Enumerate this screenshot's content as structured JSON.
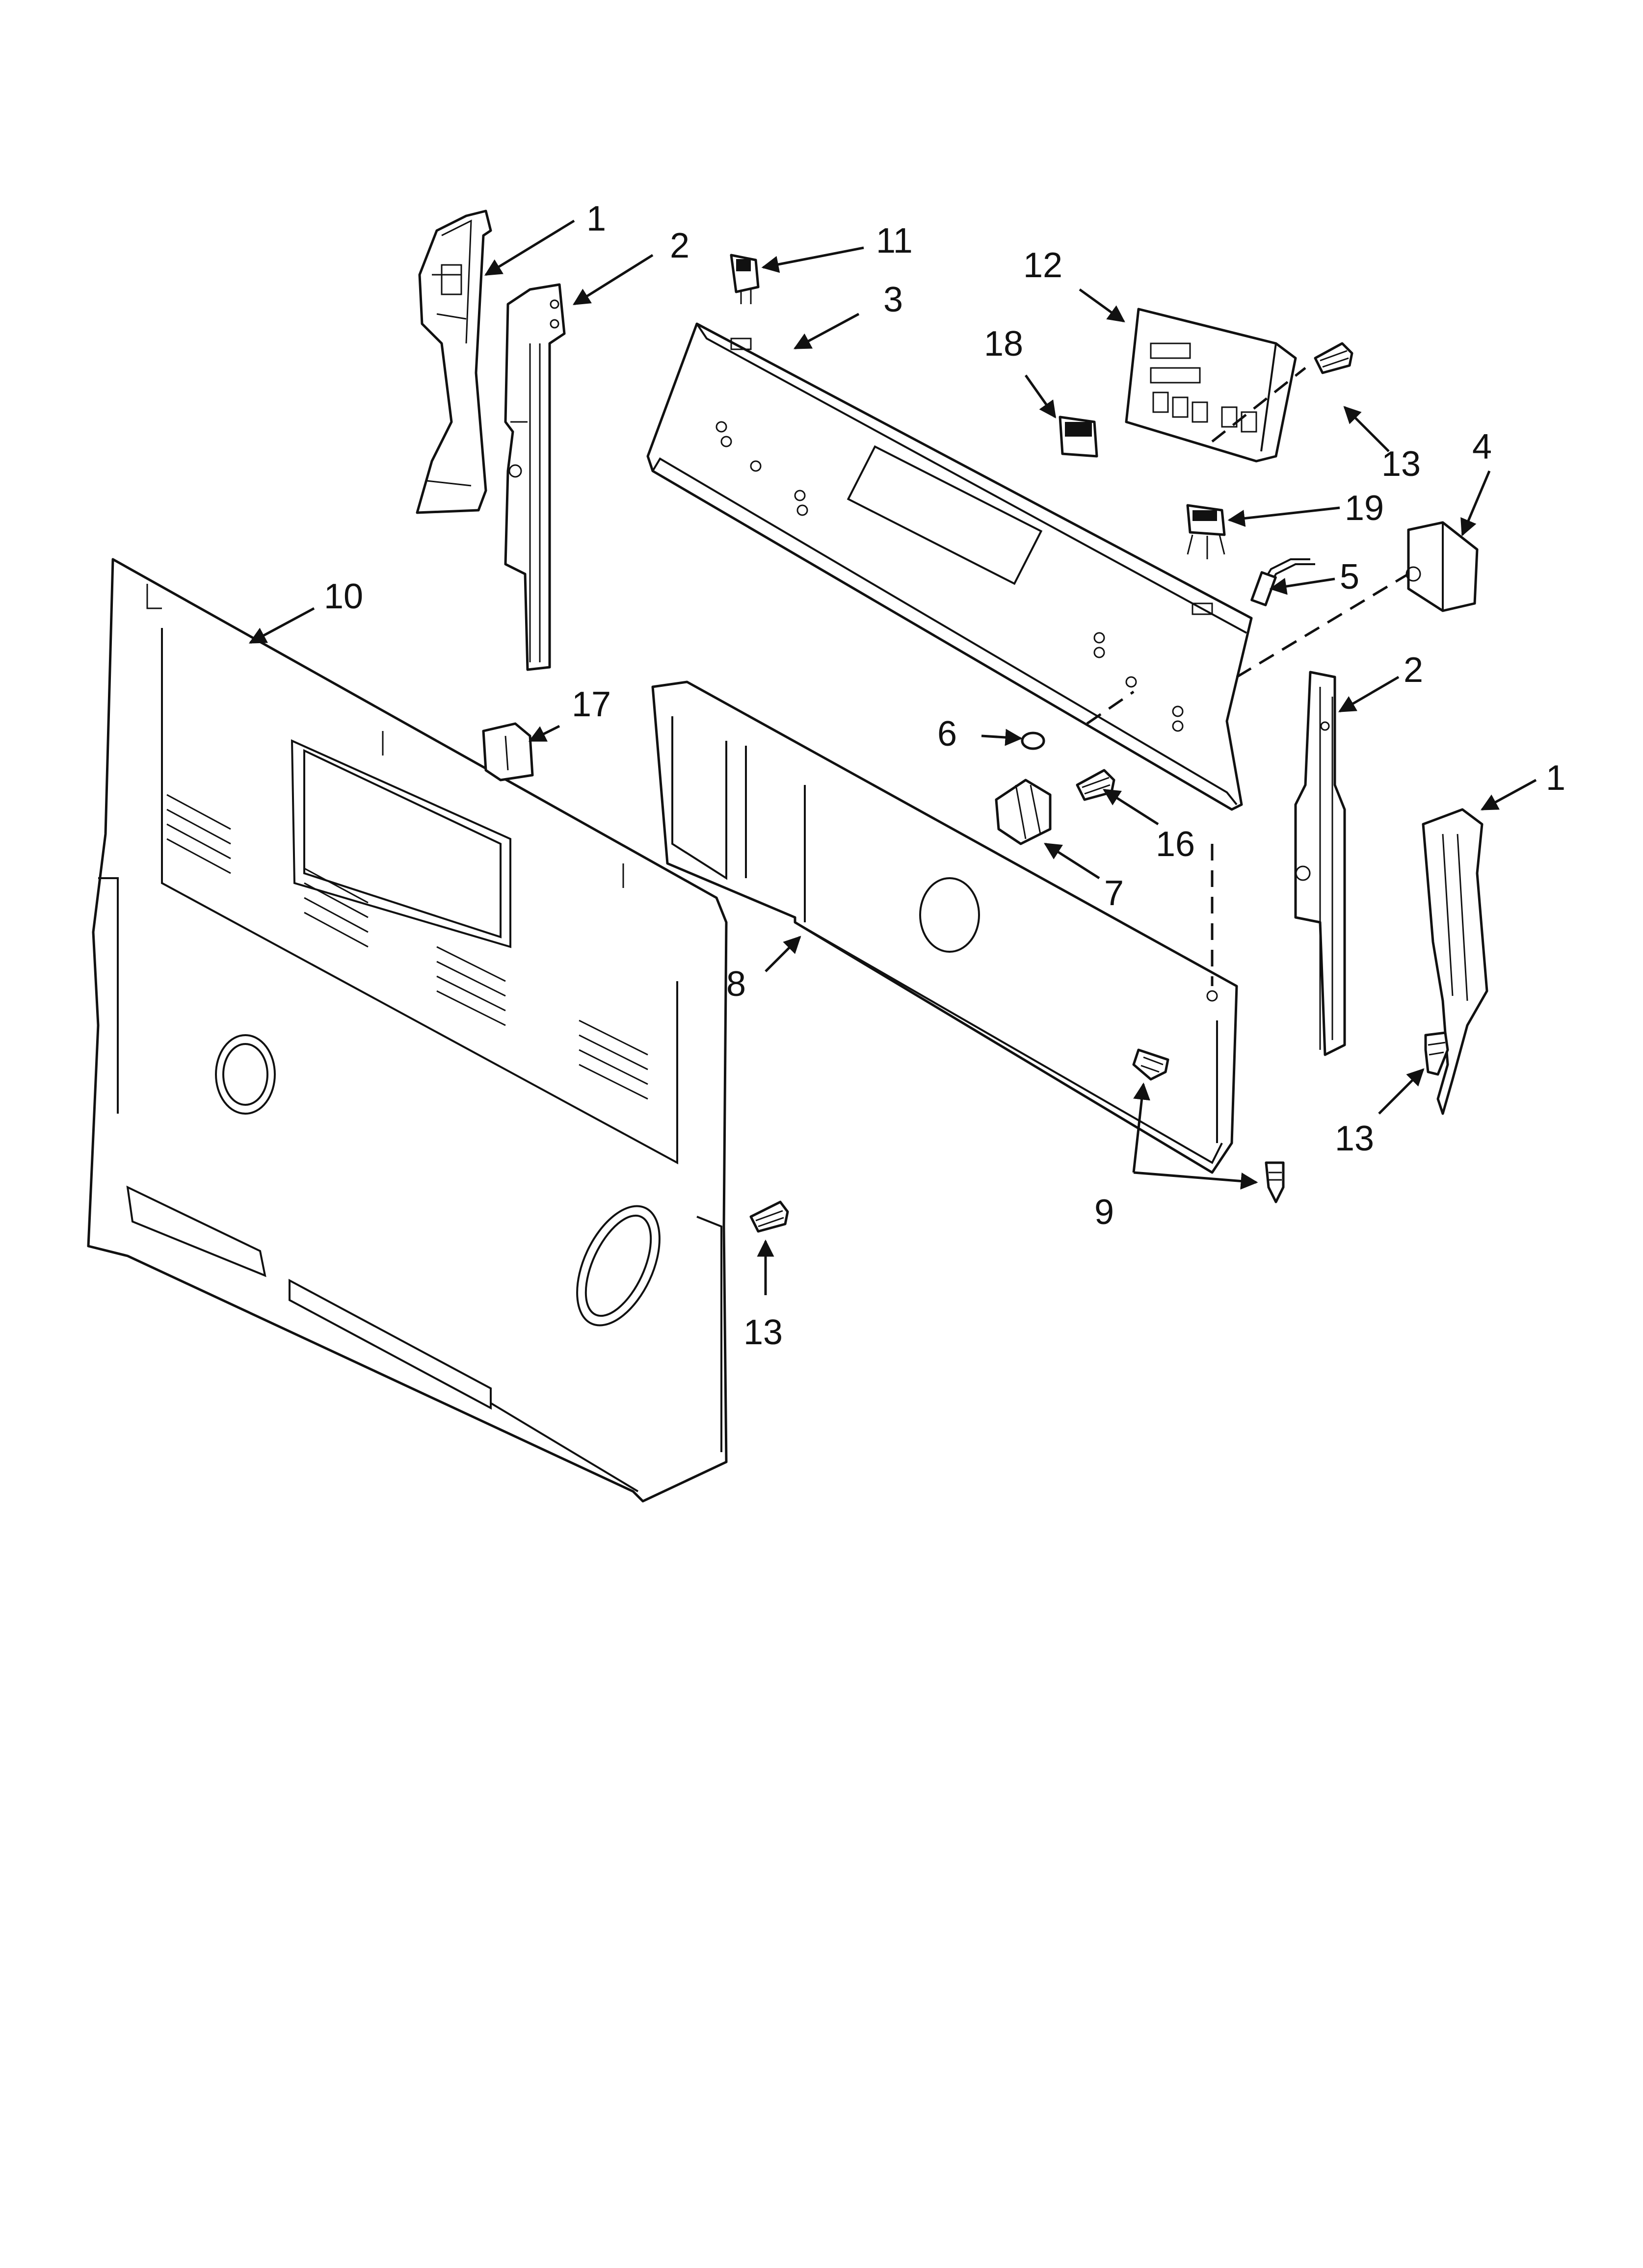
{
  "diagram": {
    "callouts": [
      "1",
      "2",
      "11",
      "3",
      "12",
      "18",
      "13",
      "4",
      "19",
      "5",
      "10",
      "17",
      "6",
      "16",
      "7",
      "8",
      "9"
    ]
  }
}
